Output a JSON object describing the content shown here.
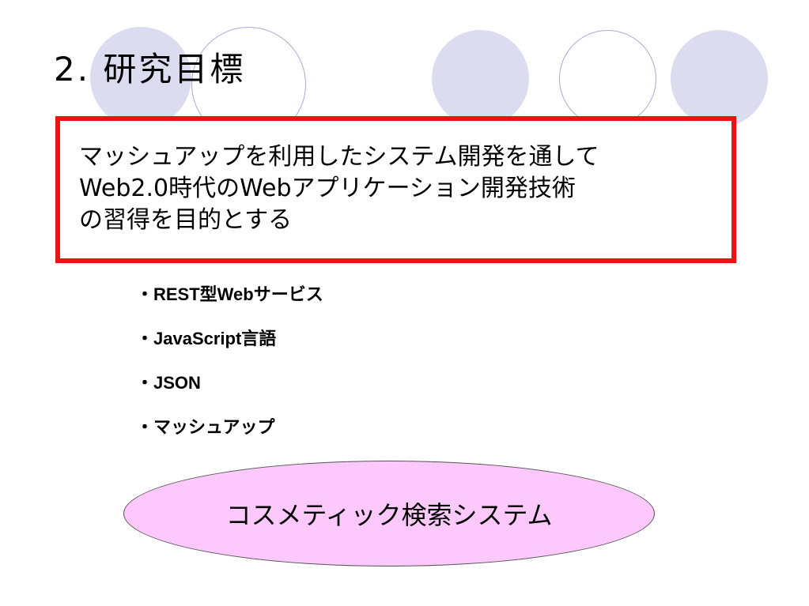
{
  "slide": {
    "title": "2. 研究目標",
    "goal_lines": [
      "マッシュアップを利用したシステム開発を通して",
      "Web2.0時代のWebアプリケーション開発技術",
      "の習得を目的とする"
    ],
    "bullets": [
      "・REST型Webサービス",
      "・JavaScript言語",
      "・JSON",
      "・マッシュアップ"
    ],
    "system_label": "コスメティック検索システム"
  },
  "colors": {
    "accent_border": "#ee1111",
    "decor_circle_fill": "#dcdcf0",
    "decor_circle_outline": "#a9a9d6",
    "ellipse_fill": "#fdc8fb"
  }
}
